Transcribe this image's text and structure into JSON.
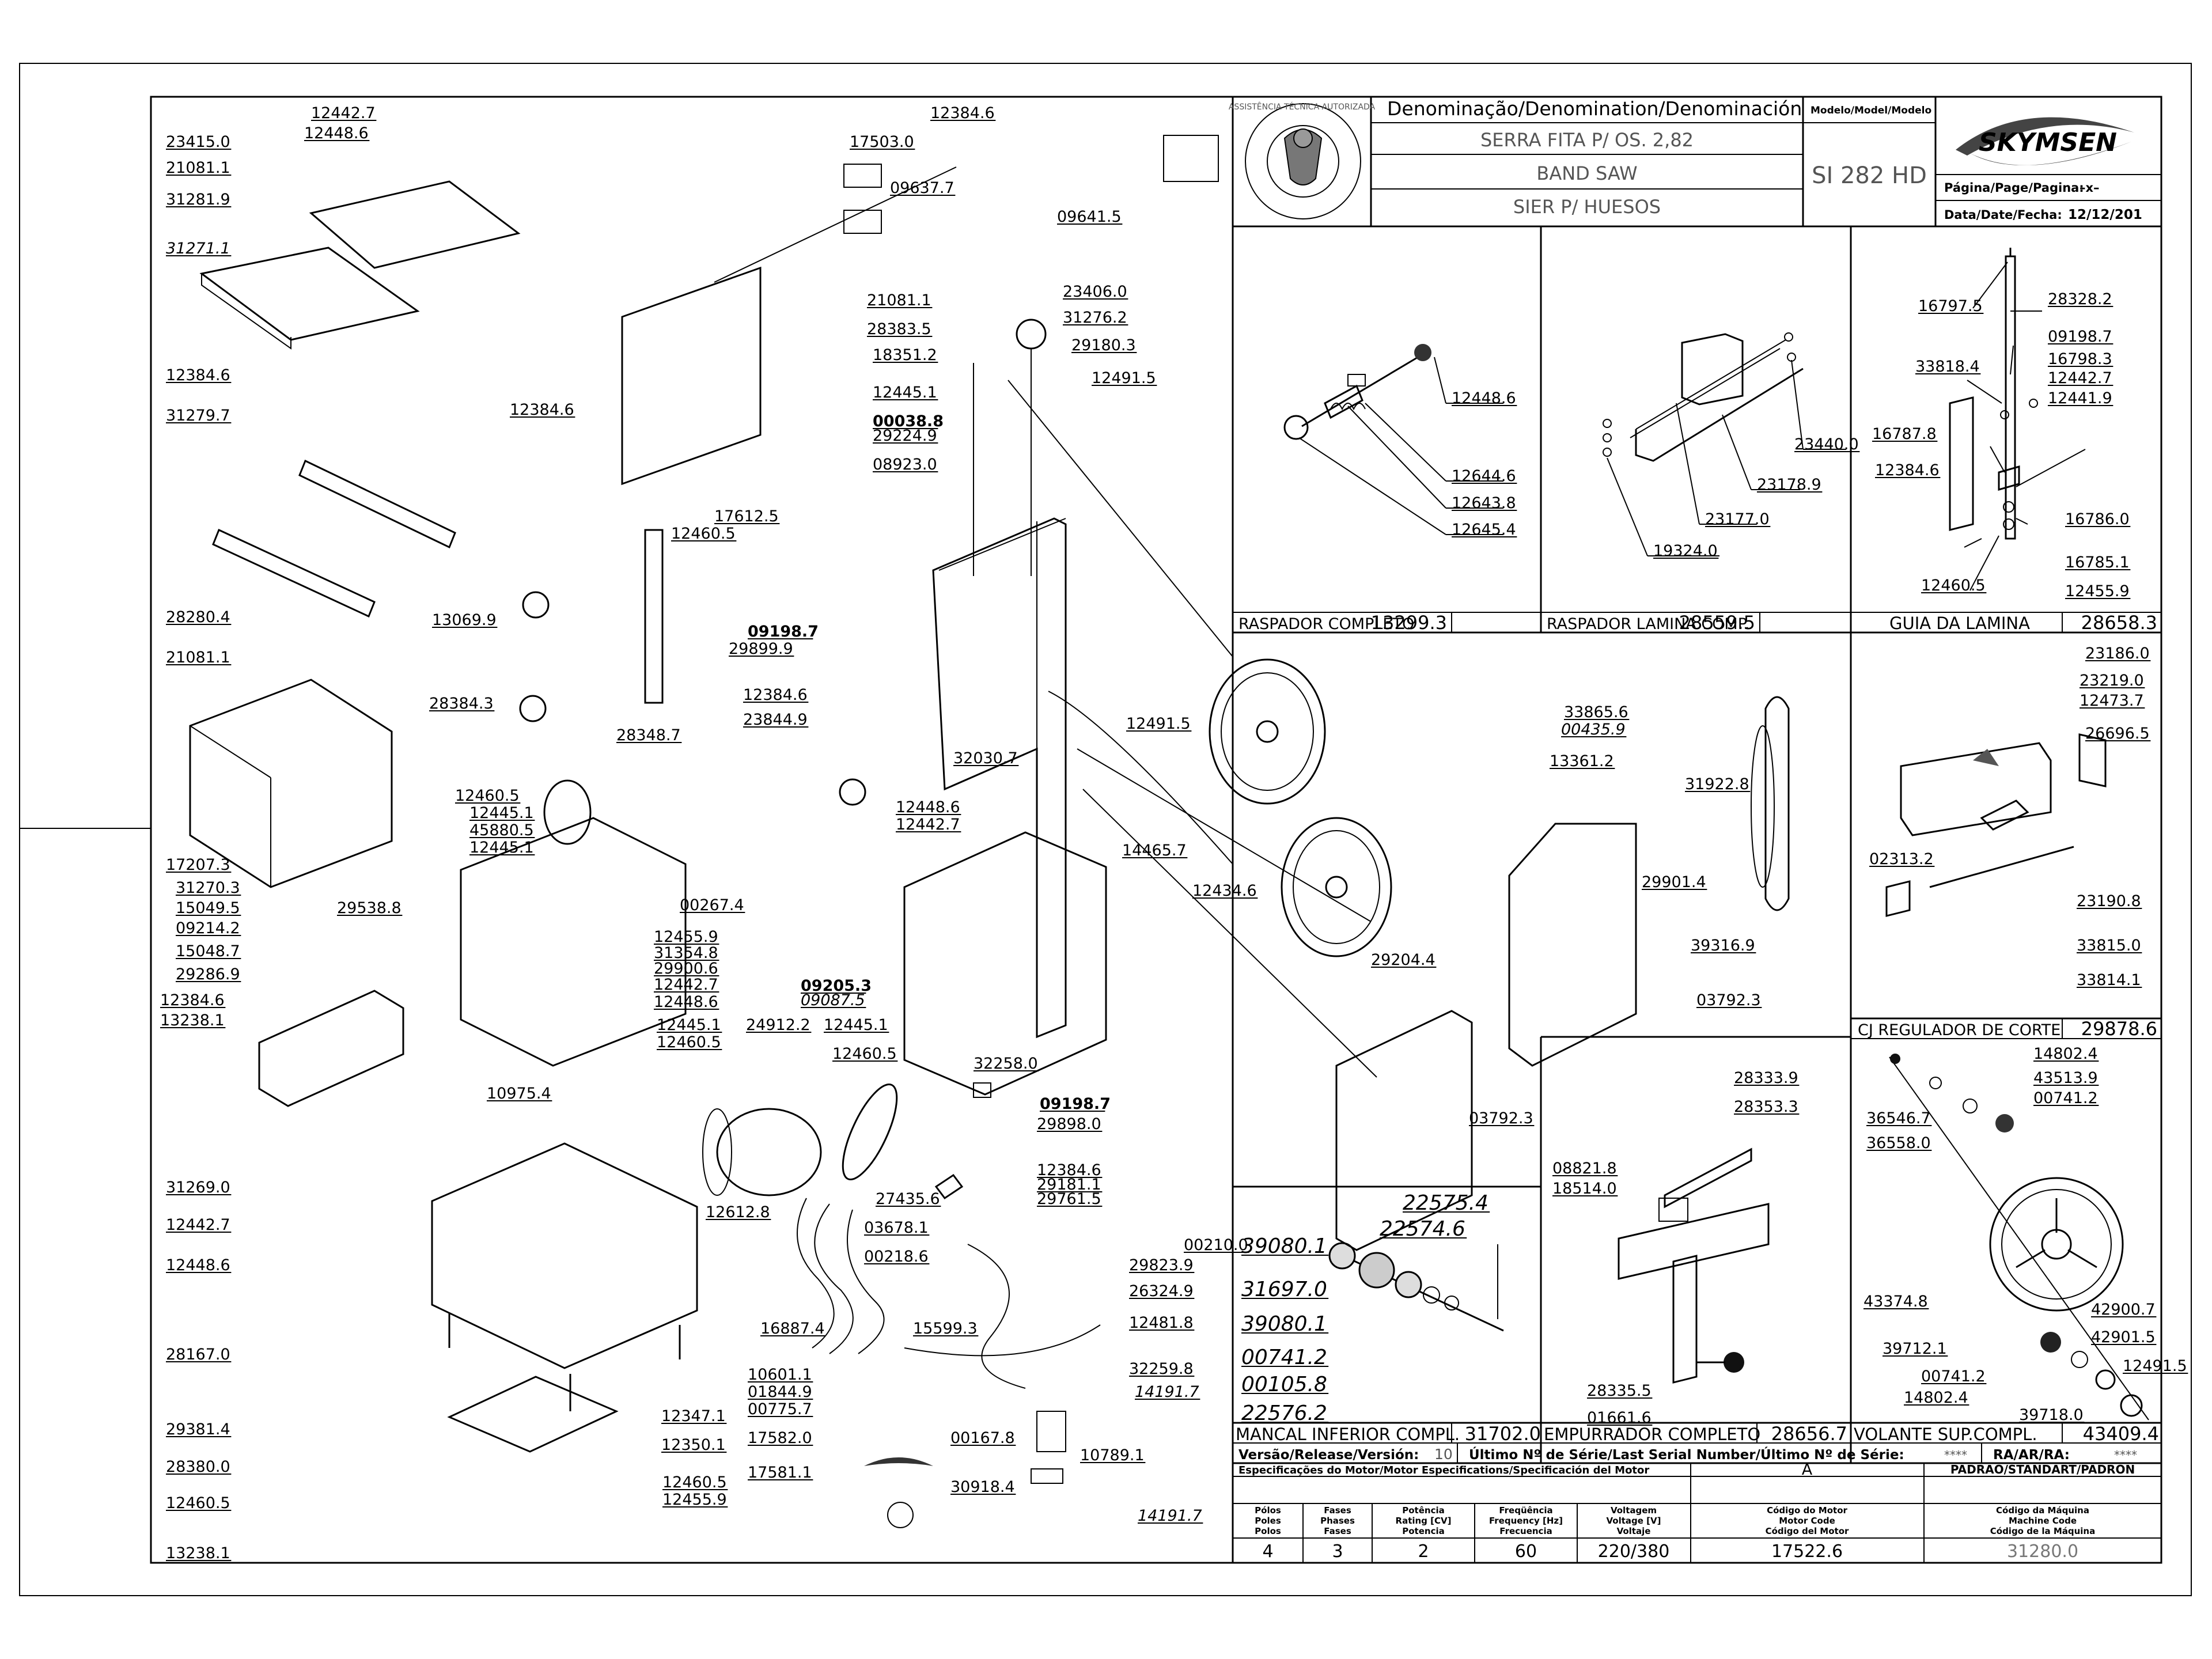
{
  "title_block": {
    "denomination_label": "Denominação/Denomination/Denominación",
    "model_label": "Modelo/Model/Modelo",
    "name_pt": "SERRA FITA P/ OS. 2,82",
    "name_en": "BAND SAW",
    "name_es": "SIER P/ HUESOS",
    "model": "SI 282 HD",
    "brand": "SKYMSEN",
    "stamp_text": "ASSISTÊNCIA TÉCNICA AUTORIZADA",
    "page_label": "Página/Page/Pagina:",
    "page_value": "–x–",
    "date_label": "Data/Date/Fecha:",
    "date_value": "12/12/201"
  },
  "detail_boxes": [
    {
      "caption": "RASPADOR COMPLETO",
      "code": "13299.3",
      "parts": [
        "12448.6",
        "12644.6",
        "12643.8",
        "12645.4"
      ]
    },
    {
      "caption": "RASPADOR LAMINA COMP.",
      "code": "28559.5",
      "parts": [
        "23440.0",
        "23178.9",
        "23177.0",
        "19324.0"
      ]
    },
    {
      "caption": "GUIA DA LAMINA",
      "code": "28658.3",
      "parts": [
        "16797.5",
        "28328.2",
        "09198.7",
        "16798.3",
        "33818.4",
        "12442.7",
        "12441.9",
        "16787.8",
        "12384.6",
        "16786.0",
        "16785.1",
        "12460.5",
        "12455.9"
      ]
    },
    {
      "caption": "CJ REGULADOR DE CORTE",
      "code": "29878.6",
      "parts": [
        "23186.0",
        "23219.0",
        "12473.7",
        "26696.5",
        "02313.2",
        "23190.8",
        "33815.0",
        "33814.1"
      ]
    },
    {
      "caption": "MANCAL INFERIOR COMPL.",
      "code": "31702.0",
      "parts": [
        "22575.4",
        "22574.6",
        "39080.1",
        "31697.0",
        "39080.1",
        "00741.2",
        "00105.8",
        "22576.2"
      ]
    },
    {
      "caption": "EMPURRADOR COMPLETO",
      "code": "28656.7",
      "parts": [
        "28333.9",
        "28353.3",
        "08821.8",
        "18514.0",
        "28335.5",
        "01661.6"
      ]
    },
    {
      "caption": "VOLANTE SUP.COMPL.",
      "code": "43409.4",
      "parts": [
        "14802.4",
        "43513.9",
        "00741.2",
        "36546.7",
        "36558.0",
        "43374.8",
        "42900.7",
        "42901.5",
        "39712.1",
        "00741.2",
        "12491.5",
        "14802.4",
        "39718.0"
      ]
    }
  ],
  "release": {
    "label": "Versão/Release/Versión:",
    "value": "10",
    "serial_label": "Último Nº de Série/Last Serial Number/Último Nº de Série:",
    "serial_value": "****",
    "ra_label": "RA/AR/RA:",
    "ra_value": "****"
  },
  "motor": {
    "spec_label": "Especificações do Motor/Motor Especifications/Specificación del Motor",
    "col_a": "A",
    "standard_label": "PADRÃO/STANDART/PADRÓN",
    "headers": [
      "Pólos\nPoles\nPolos",
      "Fases\nPhases\nFases",
      "Potência\nRating [CV]\nPotencia",
      "Freqüência\nFrequency [Hz]\nFrecuencia",
      "Voltagem\nVoltage [V]\nVoltaje",
      "Código do Motor\nMotor Code\nCódigo del Motor",
      "Código da Máquina\nMachine Code\nCódigo de la Máquina"
    ],
    "values": [
      "4",
      "3",
      "2",
      "60",
      "220/380",
      "17522.6",
      "31280.0"
    ]
  },
  "main_labels": [
    "12442.7",
    "12448.6",
    "23415.0",
    "21081.1",
    "31281.9",
    "31271.1",
    "12384.6",
    "17503.0",
    "09637.7",
    "09641.5",
    "21081.1",
    "28383.5",
    "12384.6",
    "12384.6",
    "31279.7",
    "28280.4",
    "18351.2",
    "12445.1",
    "00038.8",
    "29224.9",
    "08923.0",
    "23406.0",
    "31276.2",
    "29180.3",
    "12491.5",
    "17612.5",
    "12460.5",
    "13069.9",
    "21081.1",
    "28384.3",
    "28348.7",
    "09198.7",
    "29899.9",
    "12384.6",
    "23844.9",
    "32030.7",
    "12448.6",
    "12442.7",
    "12491.5",
    "33865.6",
    "00435.9",
    "13361.2",
    "31922.8",
    "29901.4",
    "39316.9",
    "03792.3",
    "12460.5",
    "12445.1",
    "45880.5",
    "12445.1",
    "17207.3",
    "31270.3",
    "15049.5",
    "09214.2",
    "15048.7",
    "29286.9",
    "12384.6",
    "13238.1",
    "29538.8",
    "00267.4",
    "14465.7",
    "12434.6",
    "29204.4",
    "12455.9",
    "31354.8",
    "29900.6",
    "12442.7",
    "12448.6",
    "09205.3",
    "09087.5",
    "12445.1",
    "12460.5",
    "24912.2",
    "12445.1",
    "12460.5",
    "10975.4",
    "31269.0",
    "12442.7",
    "12448.6",
    "32258.0",
    "09198.7",
    "29898.0",
    "03792.3",
    "12612.8",
    "27435.6",
    "03678.1",
    "00218.6",
    "12384.6",
    "29181.1",
    "29761.5",
    "00210.0",
    "29823.9",
    "26324.9",
    "12481.8",
    "16887.4",
    "15599.3",
    "28167.0",
    "10601.1",
    "01844.9",
    "00775.7",
    "32259.8",
    "14191.7",
    "29381.4",
    "12347.1",
    "12350.1",
    "17582.0",
    "00167.8",
    "10789.1",
    "28380.0",
    "12460.5",
    "12460.5",
    "12455.9",
    "17581.1",
    "30918.4",
    "14191.7",
    "13238.1"
  ]
}
